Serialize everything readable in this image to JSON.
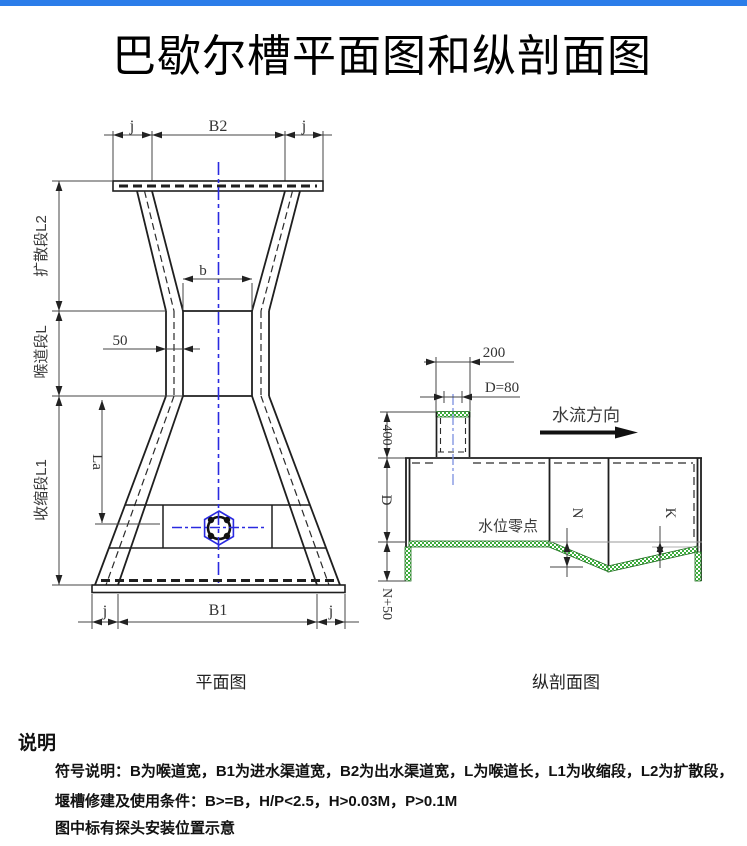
{
  "title": "巴歇尔槽平面图和纵剖面图",
  "plan": {
    "caption": "平面图",
    "labels": {
      "j_top_left": "j",
      "b2": "B2",
      "j_top_right": "j",
      "b_throat": "b",
      "wall_offset": "50",
      "la": "La",
      "j_bottom_left": "j",
      "b1": "B1",
      "j_bottom_right": "j",
      "section_diverge": "扩散段L2",
      "section_throat": "喉道段L",
      "section_converge": "收缩段L1"
    }
  },
  "section": {
    "caption": "纵剖面图",
    "labels": {
      "probe_width": "200",
      "probe_dia": "D=80",
      "probe_height": "400",
      "depth_d": "D",
      "n": "N",
      "k": "K",
      "n_plus_50": "N+50",
      "flow_dir": "水流方向",
      "zero_level": "水位零点"
    }
  },
  "notes": {
    "heading": "说明",
    "line1": "符号说明：B为喉道宽，B1为进水渠道宽，B2为出水渠道宽，L为喉道长，L1为收缩段，L2为扩散段，",
    "line2": "堰槽修建及使用条件：B>=B，H/P<2.5，H>0.03M，P>0.1M",
    "line3": "图中标有探头安装位置示意"
  },
  "colors": {
    "top_bar": "#2b7de9",
    "line": "#1f1f1f",
    "dimension": "#444444",
    "centerline_blue": "#2a2ae0",
    "hatch_green": "#3cae3c",
    "zero_level_gray": "#999999"
  }
}
